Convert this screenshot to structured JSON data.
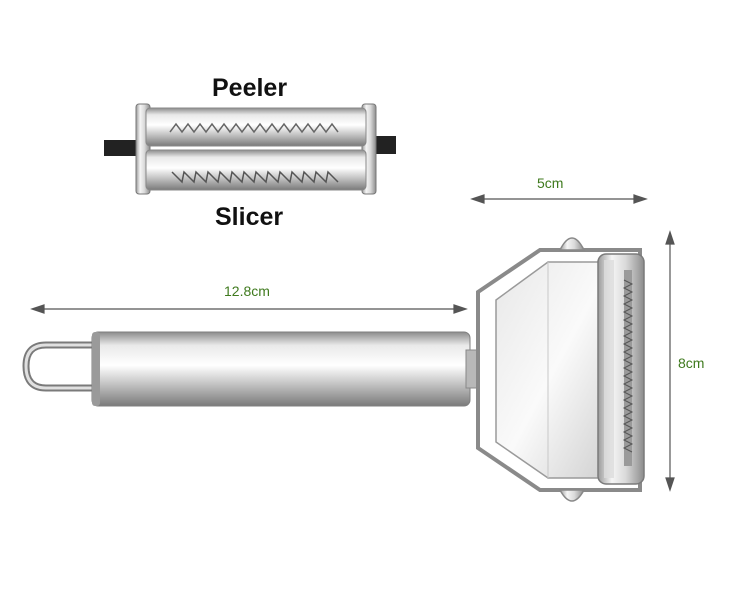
{
  "labels": {
    "peeler": "Peeler",
    "slicer": "Slicer"
  },
  "dimensions": {
    "width": "5cm",
    "length": "12.8cm",
    "height": "8cm"
  },
  "colors": {
    "dimension_text": "#3f7a1e",
    "arrow": "#555555",
    "steel_light": "#f2f2f2",
    "steel_dark": "#8a8a8a",
    "accent_black": "#222222"
  }
}
